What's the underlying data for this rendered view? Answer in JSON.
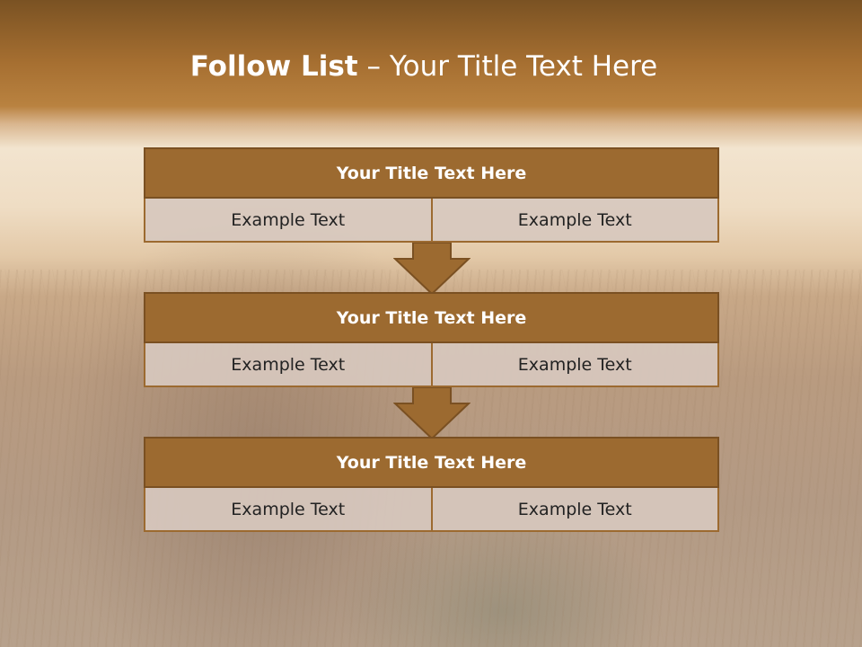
{
  "slide": {
    "title_lead": "Follow List",
    "title_rest": " – Your Title Text Here"
  },
  "blocks": [
    {
      "title": "Your Title Text Here",
      "left": "Example Text",
      "right": "Example Text"
    },
    {
      "title": "Your Title Text Here",
      "left": "Example Text",
      "right": "Example Text"
    },
    {
      "title": "Your Title Text Here",
      "left": "Example Text",
      "right": "Example Text"
    }
  ],
  "colors": {
    "header_fill": "#9c6a30",
    "header_border": "#7a5022",
    "cell_fill": "#d7c8be",
    "arrow_fill": "#9c6a30"
  }
}
